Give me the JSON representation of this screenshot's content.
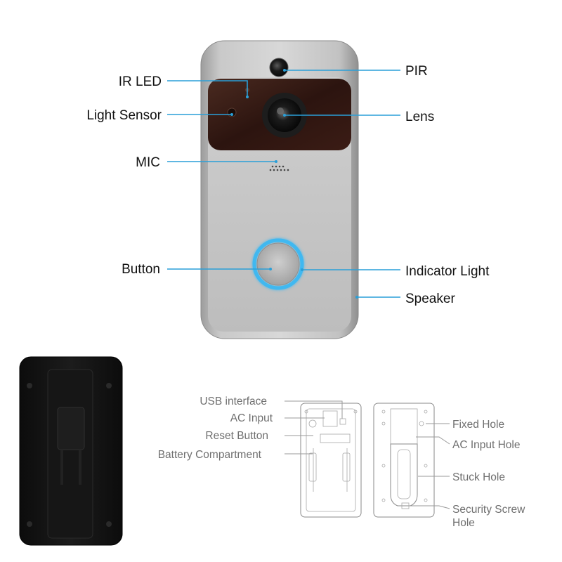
{
  "front_labels": {
    "ir_led": "IR LED",
    "light_sensor": "Light Sensor",
    "mic": "MIC",
    "button": "Button",
    "pir": "PIR",
    "lens": "Lens",
    "indicator_light": "Indicator Light",
    "speaker": "Speaker"
  },
  "back_labels": {
    "usb_interface": "USB interface",
    "ac_input": "AC Input",
    "reset_button": "Reset Button",
    "battery_compartment": "Battery Compartment",
    "fixed_hole": "Fixed Hole",
    "ac_input_hole": "AC Input Hole",
    "stuck_hole": "Stuck Hole",
    "security_screw_hole_line1": "Security Screw",
    "security_screw_hole_line2": "Hole"
  },
  "colors": {
    "callout_line": "#2a9fd8",
    "ring_light": "#3fb8f0",
    "device_body": "#b9b9b9",
    "device_panel": "#3a1e16",
    "bracket": "#141414",
    "back_label": "#6f6f6f"
  }
}
